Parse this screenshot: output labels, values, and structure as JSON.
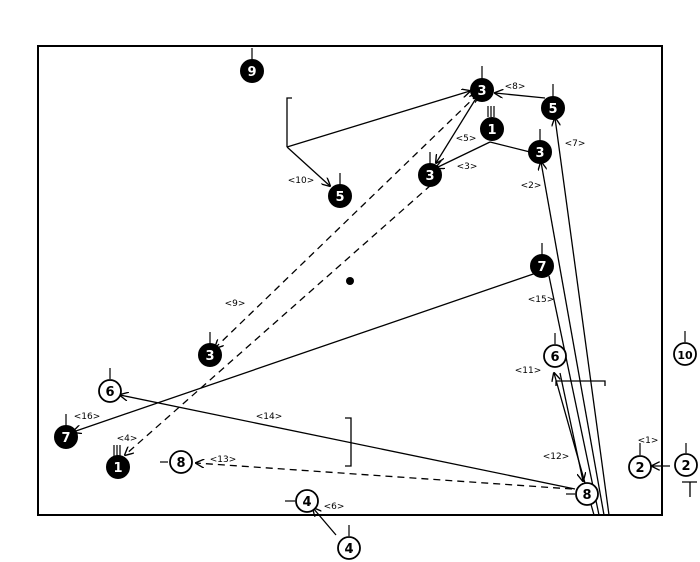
{
  "players": [
    {
      "id": "p9",
      "number": "9",
      "team": "dark"
    },
    {
      "id": "p3a",
      "number": "3",
      "team": "dark"
    },
    {
      "id": "p5a",
      "number": "5",
      "team": "dark"
    },
    {
      "id": "p1a",
      "number": "1",
      "team": "dark"
    },
    {
      "id": "p3b",
      "number": "3",
      "team": "dark"
    },
    {
      "id": "p3c",
      "number": "3",
      "team": "dark"
    },
    {
      "id": "p5b",
      "number": "5",
      "team": "dark"
    },
    {
      "id": "p7a",
      "number": "7",
      "team": "dark"
    },
    {
      "id": "p3d",
      "number": "3",
      "team": "dark"
    },
    {
      "id": "p7b",
      "number": "7",
      "team": "dark"
    },
    {
      "id": "p1b",
      "number": "1",
      "team": "dark"
    },
    {
      "id": "p6a",
      "number": "6",
      "team": "light"
    },
    {
      "id": "p8a",
      "number": "8",
      "team": "light"
    },
    {
      "id": "p4a",
      "number": "4",
      "team": "light"
    },
    {
      "id": "p4b",
      "number": "4",
      "team": "light"
    },
    {
      "id": "p6b",
      "number": "6",
      "team": "light"
    },
    {
      "id": "p8b",
      "number": "8",
      "team": "light"
    },
    {
      "id": "p2a",
      "number": "2",
      "team": "light"
    },
    {
      "id": "p2b",
      "number": "2",
      "team": "light"
    },
    {
      "id": "p10",
      "number": "10",
      "team": "light"
    }
  ],
  "sequence_labels": [
    {
      "id": "s1",
      "text": "<1>"
    },
    {
      "id": "s2",
      "text": "<2>"
    },
    {
      "id": "s3",
      "text": "<3>"
    },
    {
      "id": "s4",
      "text": "<4>"
    },
    {
      "id": "s5",
      "text": "<5>"
    },
    {
      "id": "s6",
      "text": "<6>"
    },
    {
      "id": "s7",
      "text": "<7>"
    },
    {
      "id": "s8",
      "text": "<8>"
    },
    {
      "id": "s9",
      "text": "<9>"
    },
    {
      "id": "s10",
      "text": "<10>"
    },
    {
      "id": "s11",
      "text": "<11>"
    },
    {
      "id": "s12",
      "text": "<12>"
    },
    {
      "id": "s13",
      "text": "<13>"
    },
    {
      "id": "s14",
      "text": "<14>"
    },
    {
      "id": "s15",
      "text": "<15>"
    },
    {
      "id": "s16",
      "text": "<16>"
    }
  ]
}
